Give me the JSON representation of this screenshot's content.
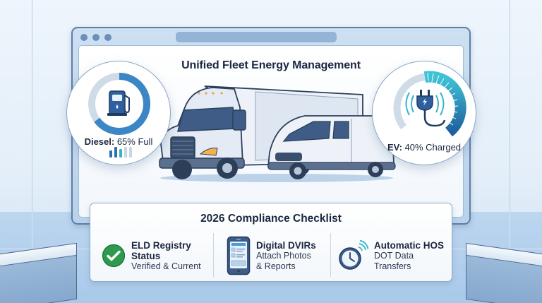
{
  "scene": {
    "title": "Unified Fleet Energy Management"
  },
  "window": {
    "controls": [
      "dot-1",
      "dot-2",
      "dot-3"
    ]
  },
  "gauges": {
    "diesel": {
      "label_prefix": "Diesel:",
      "label_value": " 65% Full",
      "percent": 65,
      "icon": "fuel-pump-icon",
      "ring_color": "#3d86c6",
      "track_color": "#cfdbe6",
      "bars": [
        {
          "height": 10,
          "color": "#2f6fb0"
        },
        {
          "height": 15,
          "color": "#2f6fb0"
        },
        {
          "height": 12,
          "color": "#35b4c9"
        },
        {
          "height": 15,
          "color": "#c9d6e3"
        },
        {
          "height": 15,
          "color": "#c9d6e3"
        }
      ]
    },
    "ev": {
      "label_prefix": "EV:",
      "label_value": " 40% Charged",
      "percent": 40,
      "icon": "ev-plug-icon",
      "ring_color_start": "#3ec3d6",
      "ring_color_end": "#1f5f9e",
      "track_color": "#cfdbe6"
    }
  },
  "vehicles": [
    "box-truck",
    "cargo-van"
  ],
  "checklist": {
    "title": "2026 Compliance Checklist",
    "items": [
      {
        "title_line1": "ELD Registry",
        "title_line2": "Status",
        "subtitle": "Verified & Current",
        "icon": "check-circle-icon",
        "icon_color": "#2e9a4e"
      },
      {
        "title_line1": "Digital DVIRs",
        "subtitle_line1": "Attach Photos",
        "subtitle_line2": "& Reports",
        "icon": "tablet-icon"
      },
      {
        "title_line1": "Automatic HOS",
        "subtitle": "DOT Data Transfers",
        "icon": "clock-wireless-icon"
      }
    ]
  }
}
